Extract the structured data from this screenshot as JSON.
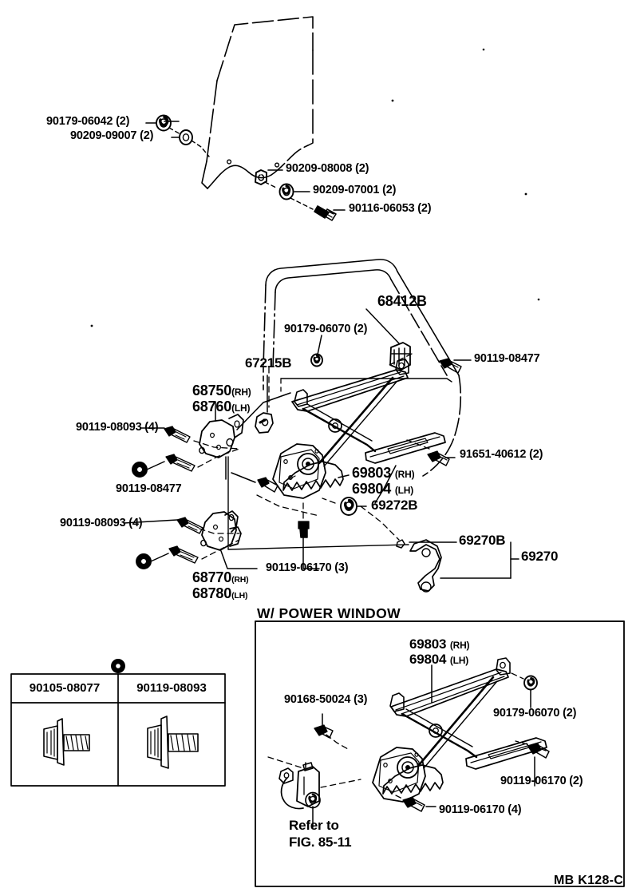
{
  "diagram": {
    "code": "MB K128-C",
    "inset_title": "W/ POWER  WINDOW",
    "refer_line1": "Refer to",
    "refer_line2": "FIG. 85-11"
  },
  "main_labels": {
    "glass_clip_a": "90179-06042 (2)",
    "glass_clip_b": "90209-09007 (2)",
    "glass_clip_c": "90209-08008 (2)",
    "glass_clip_d": "90209-07001 (2)",
    "glass_clip_e": "90116-06053 (2)",
    "run_channel": "68412B",
    "screw_06070": "90179-06070 (2)",
    "screw_08477_top": "90119-08477",
    "weatherstrip": "67215B",
    "hinge_upper_rh": "68750",
    "hinge_upper_rh_side": "(RH)",
    "hinge_upper_lh": "68760",
    "hinge_upper_lh_side": "(LH)",
    "bolt_08093_upper": "90119-08093 (4)",
    "bolt_08477_mid": "90119-08477",
    "regulator_rh": "69803",
    "regulator_rh_side": "(RH)",
    "regulator_lh": "69804",
    "regulator_lh_side": "(LH)",
    "bolt_91651": "91651-40612 (2)",
    "knob_69272B": "69272B",
    "handle_69270B": "69270B",
    "handle_69270": "69270",
    "bolt_08093_lower": "90119-08093 (4)",
    "bolt_06170_3": "90119-06170 (3)",
    "hinge_lower_rh": "68770",
    "hinge_lower_rh_side": "(RH)",
    "hinge_lower_lh": "68780",
    "hinge_lower_lh_side": "(LH)"
  },
  "inset_labels": {
    "regulator_rh": "69803",
    "regulator_rh_side": "(RH)",
    "regulator_lh": "69804",
    "regulator_lh_side": "(LH)",
    "nut_90168": "90168-50024 (3)",
    "screw_90179": "90179-06070 (2)",
    "bolt_06170_2": "90119-06170 (2)",
    "bolt_06170_4": "90119-06170 (4)"
  },
  "legend": {
    "columns": [
      {
        "part": "90105-08077",
        "icon": "bolt-icon"
      },
      {
        "part": "90119-08093",
        "icon": "bolt-icon"
      }
    ],
    "marker_icon": "circle-marker-icon"
  },
  "colors": {
    "line": "#000000",
    "background": "#ffffff"
  }
}
